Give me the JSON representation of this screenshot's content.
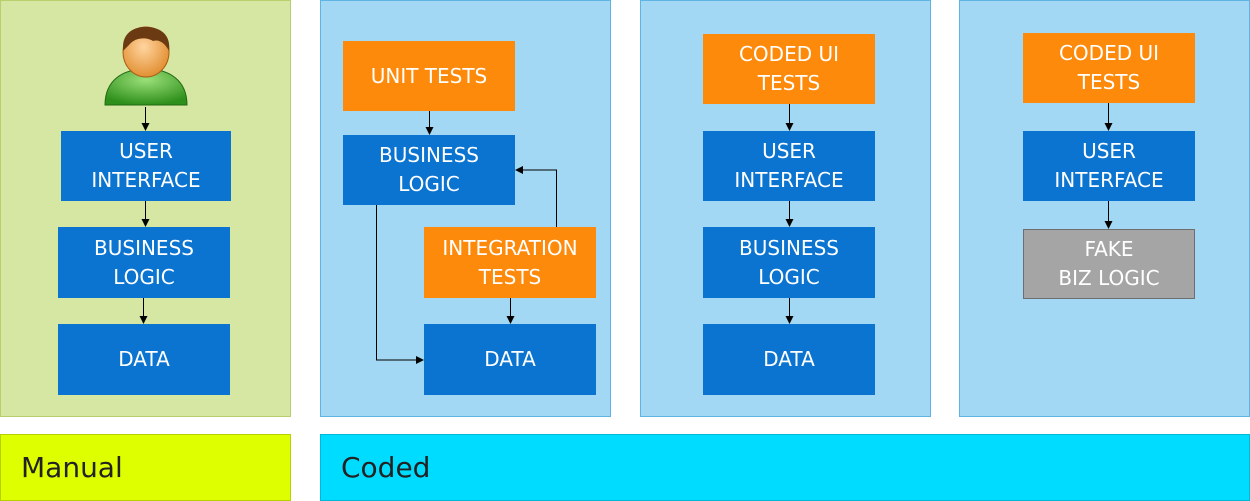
{
  "panels": {
    "manual": {
      "boxes": [
        "USER\nINTERFACE",
        "BUSINESS\nLOGIC",
        "DATA"
      ]
    },
    "unit_integration": {
      "boxes": [
        "UNIT TESTS",
        "BUSINESS\nLOGIC",
        "INTEGRATION\nTESTS",
        "DATA"
      ]
    },
    "coded_ui_full": {
      "boxes": [
        "CODED UI\nTESTS",
        "USER\nINTERFACE",
        "BUSINESS\nLOGIC",
        "DATA"
      ]
    },
    "coded_ui_fake": {
      "boxes": [
        "CODED UI\nTESTS",
        "USER\nINTERFACE",
        "FAKE\nBIZ LOGIC"
      ]
    }
  },
  "footer": {
    "manual_label": "Manual",
    "coded_label": "Coded"
  },
  "icons": {
    "user": "user-icon"
  },
  "colors": {
    "blue_box": "#0b74d1",
    "orange_box": "#fd8a0a",
    "gray_box": "#a5a5a5",
    "manual_panel": "#d6e6a3",
    "coded_panel": "#a3d8f4",
    "manual_footer": "#ddff00",
    "coded_footer": "#00dcff"
  }
}
